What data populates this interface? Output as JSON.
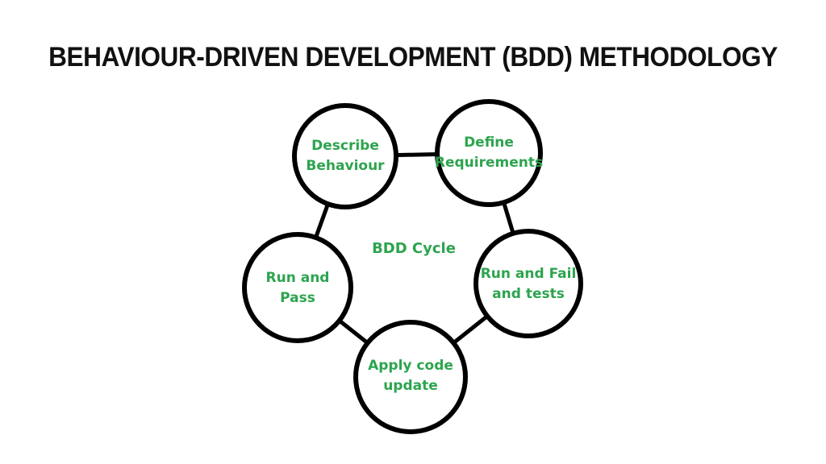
{
  "title": "BEHAVIOUR-DRIVEN DEVELOPMENT (BDD) METHODOLOGY",
  "diagram": {
    "center_label": "BDD Cycle",
    "nodes": [
      {
        "id": "describe-behaviour",
        "line1": "Describe",
        "line2": "Behaviour"
      },
      {
        "id": "define-requirements",
        "line1": "Define",
        "line2": "Requirements"
      },
      {
        "id": "run-and-fail-and-tests",
        "line1": "Run and Fail",
        "line2": "and tests"
      },
      {
        "id": "run-and-pass",
        "line1": "Run and",
        "line2": "Pass"
      },
      {
        "id": "apply-code-update",
        "line1": "Apply code",
        "line2": "update"
      }
    ],
    "edges": [
      "describe-behaviour -> define-requirements",
      "describe-behaviour -> run-and-pass",
      "define-requirements -> run-and-fail-and-tests",
      "run-and-pass -> apply-code-update",
      "run-and-fail-and-tests -> apply-code-update"
    ]
  },
  "colors": {
    "text_green": "#2da44e",
    "stroke_black": "#000000",
    "background": "#ffffff",
    "title_color": "#111111"
  }
}
